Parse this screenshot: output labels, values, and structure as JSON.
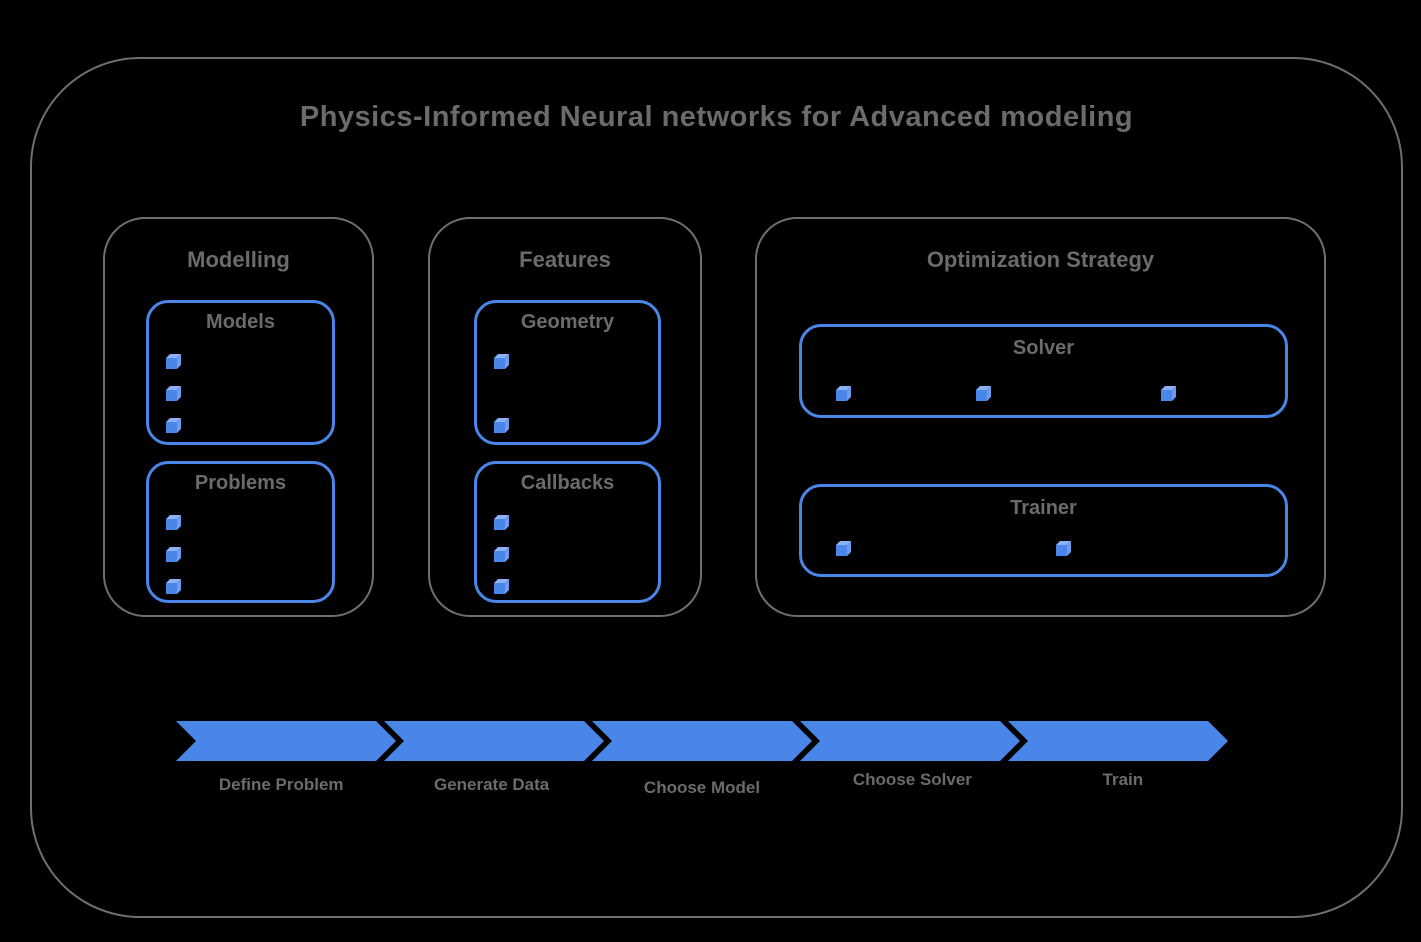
{
  "title": "Physics-Informed Neural networks for Advanced modeling",
  "colors": {
    "accent": "#4a86e8",
    "border_gray": "#6f6f6f",
    "text_gray": "#6b6b6b",
    "cube_front": "#4a86e8",
    "cube_top": "#8ab1f3",
    "cube_side": "#6d9bee",
    "background": "#000000"
  },
  "groups": [
    {
      "label": "Modelling",
      "boxes": [
        {
          "label": "Models",
          "bullet_count": 3
        },
        {
          "label": "Problems",
          "bullet_count": 3
        }
      ]
    },
    {
      "label": "Features",
      "boxes": [
        {
          "label": "Geometry",
          "bullet_count": 2
        },
        {
          "label": "Callbacks",
          "bullet_count": 3
        }
      ]
    },
    {
      "label": "Optimization Strategy",
      "boxes": [
        {
          "label": "Solver",
          "bullet_count": 3
        },
        {
          "label": "Trainer",
          "bullet_count": 2
        }
      ]
    }
  ],
  "pipeline": {
    "steps": [
      {
        "label": "Define Problem"
      },
      {
        "label": "Generate Data"
      },
      {
        "label": "Choose Model"
      },
      {
        "label": "Choose Solver"
      },
      {
        "label": "Train"
      }
    ]
  }
}
